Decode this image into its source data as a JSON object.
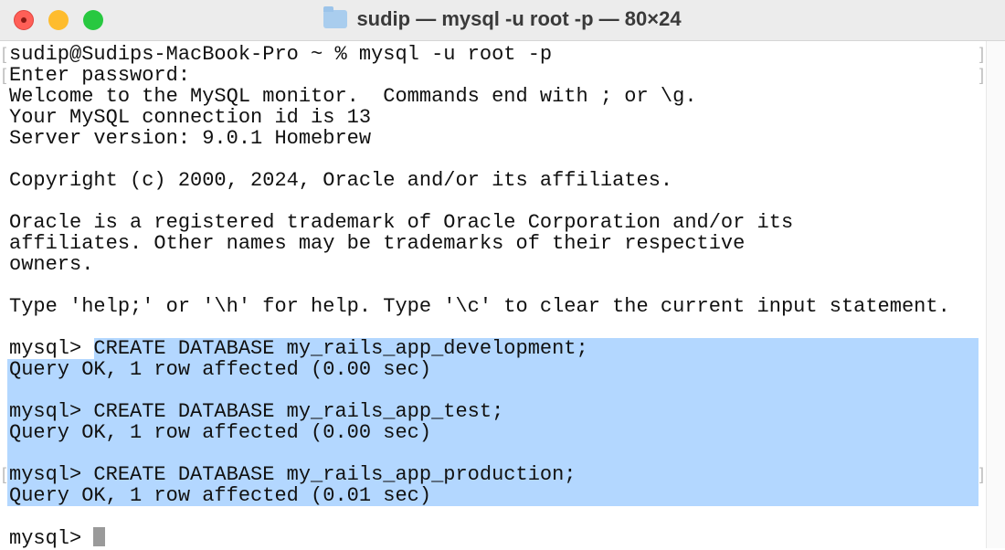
{
  "window": {
    "title": "sudip — mysql -u root -p — 80×24"
  },
  "terminal": {
    "lines": [
      "sudip@Sudips-MacBook-Pro ~ % mysql -u root -p",
      "Enter password:",
      "Welcome to the MySQL monitor.  Commands end with ; or \\g.",
      "Your MySQL connection id is 13",
      "Server version: 9.0.1 Homebrew",
      "",
      "Copyright (c) 2000, 2024, Oracle and/or its affiliates.",
      "",
      "Oracle is a registered trademark of Oracle Corporation and/or its",
      "affiliates. Other names may be trademarks of their respective",
      "owners.",
      "",
      "Type 'help;' or '\\h' for help. Type '\\c' to clear the current input statement.",
      "",
      "mysql> CREATE DATABASE my_rails_app_development;",
      "Query OK, 1 row affected (0.00 sec)",
      "",
      "mysql> CREATE DATABASE my_rails_app_test;",
      "Query OK, 1 row affected (0.00 sec)",
      "",
      "mysql> CREATE DATABASE my_rails_app_production;",
      "Query OK, 1 row affected (0.01 sec)",
      "",
      "mysql> "
    ],
    "selection_color": "#b3d7ff"
  }
}
